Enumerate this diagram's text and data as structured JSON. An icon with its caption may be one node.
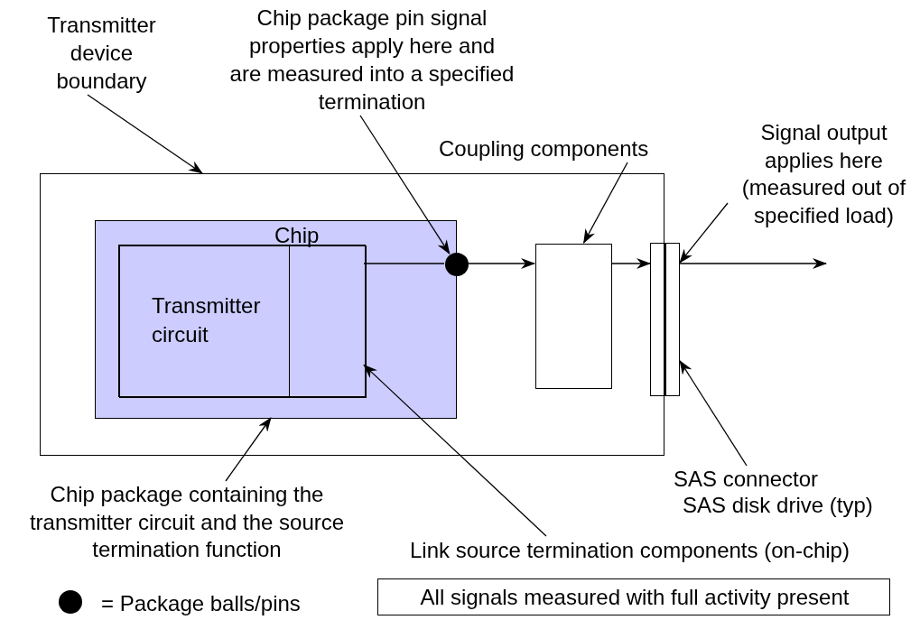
{
  "diagram": {
    "nodes": [
      {
        "text": [],
        "shape": "box"
      },
      {
        "text": [],
        "shape": "box",
        "in": 0
      },
      {
        "text": [
          "Chip"
        ],
        "in": 1
      },
      {
        "text": [
          "Transmitter circuit"
        ],
        "in": 2
      },
      {
        "text": [],
        "shape": "box",
        "in": 2
      },
      {
        "text": [],
        "shape": "circle",
        "in": 0
      },
      {
        "text": [],
        "shape": "box",
        "in": 0
      },
      {
        "text": [],
        "shape": "box"
      },
      {
        "text": [
          "Transmitter device boundary"
        ]
      },
      {
        "text": [
          "Chip package pin signal properties apply here and are measured into a specified termination"
        ]
      },
      {
        "text": [
          "Coupling components"
        ]
      },
      {
        "text": [
          "Signal output applies here (measured out of specified load)"
        ]
      },
      {
        "text": [
          "Chip package containing the transmitter circuit and the source termination function"
        ]
      },
      {
        "text": [
          "Link source termination components (on-chip)"
        ]
      },
      {
        "text": [
          "SAS connector",
          "SAS disk drive (typ)"
        ]
      },
      {
        "text": [
          "All signals measured with full activity present"
        ]
      }
    ],
    "edges": [
      {
        "from": 8,
        "to": 0,
        "arrow": "to"
      },
      {
        "from": 9,
        "to": 5,
        "arrow": "to"
      },
      {
        "from": 10,
        "to": 6,
        "arrow": "to"
      },
      {
        "from": 11,
        "to": 7,
        "arrow": "to"
      },
      {
        "from": 12,
        "to": 1,
        "arrow": "to"
      },
      {
        "from": 13,
        "to": 4,
        "arrow": "to"
      },
      {
        "from": 14,
        "to": 7,
        "arrow": "to"
      },
      {
        "from": 4,
        "to": 5,
        "arrow": "none"
      },
      {
        "from": 5,
        "to": 6,
        "arrow": "to"
      },
      {
        "from": 6,
        "to": 7,
        "arrow": "to"
      },
      {
        "from": 7,
        "to": null,
        "arrow": "to"
      }
    ],
    "legend": [
      {
        "text": "= Package balls/pins"
      }
    ]
  }
}
